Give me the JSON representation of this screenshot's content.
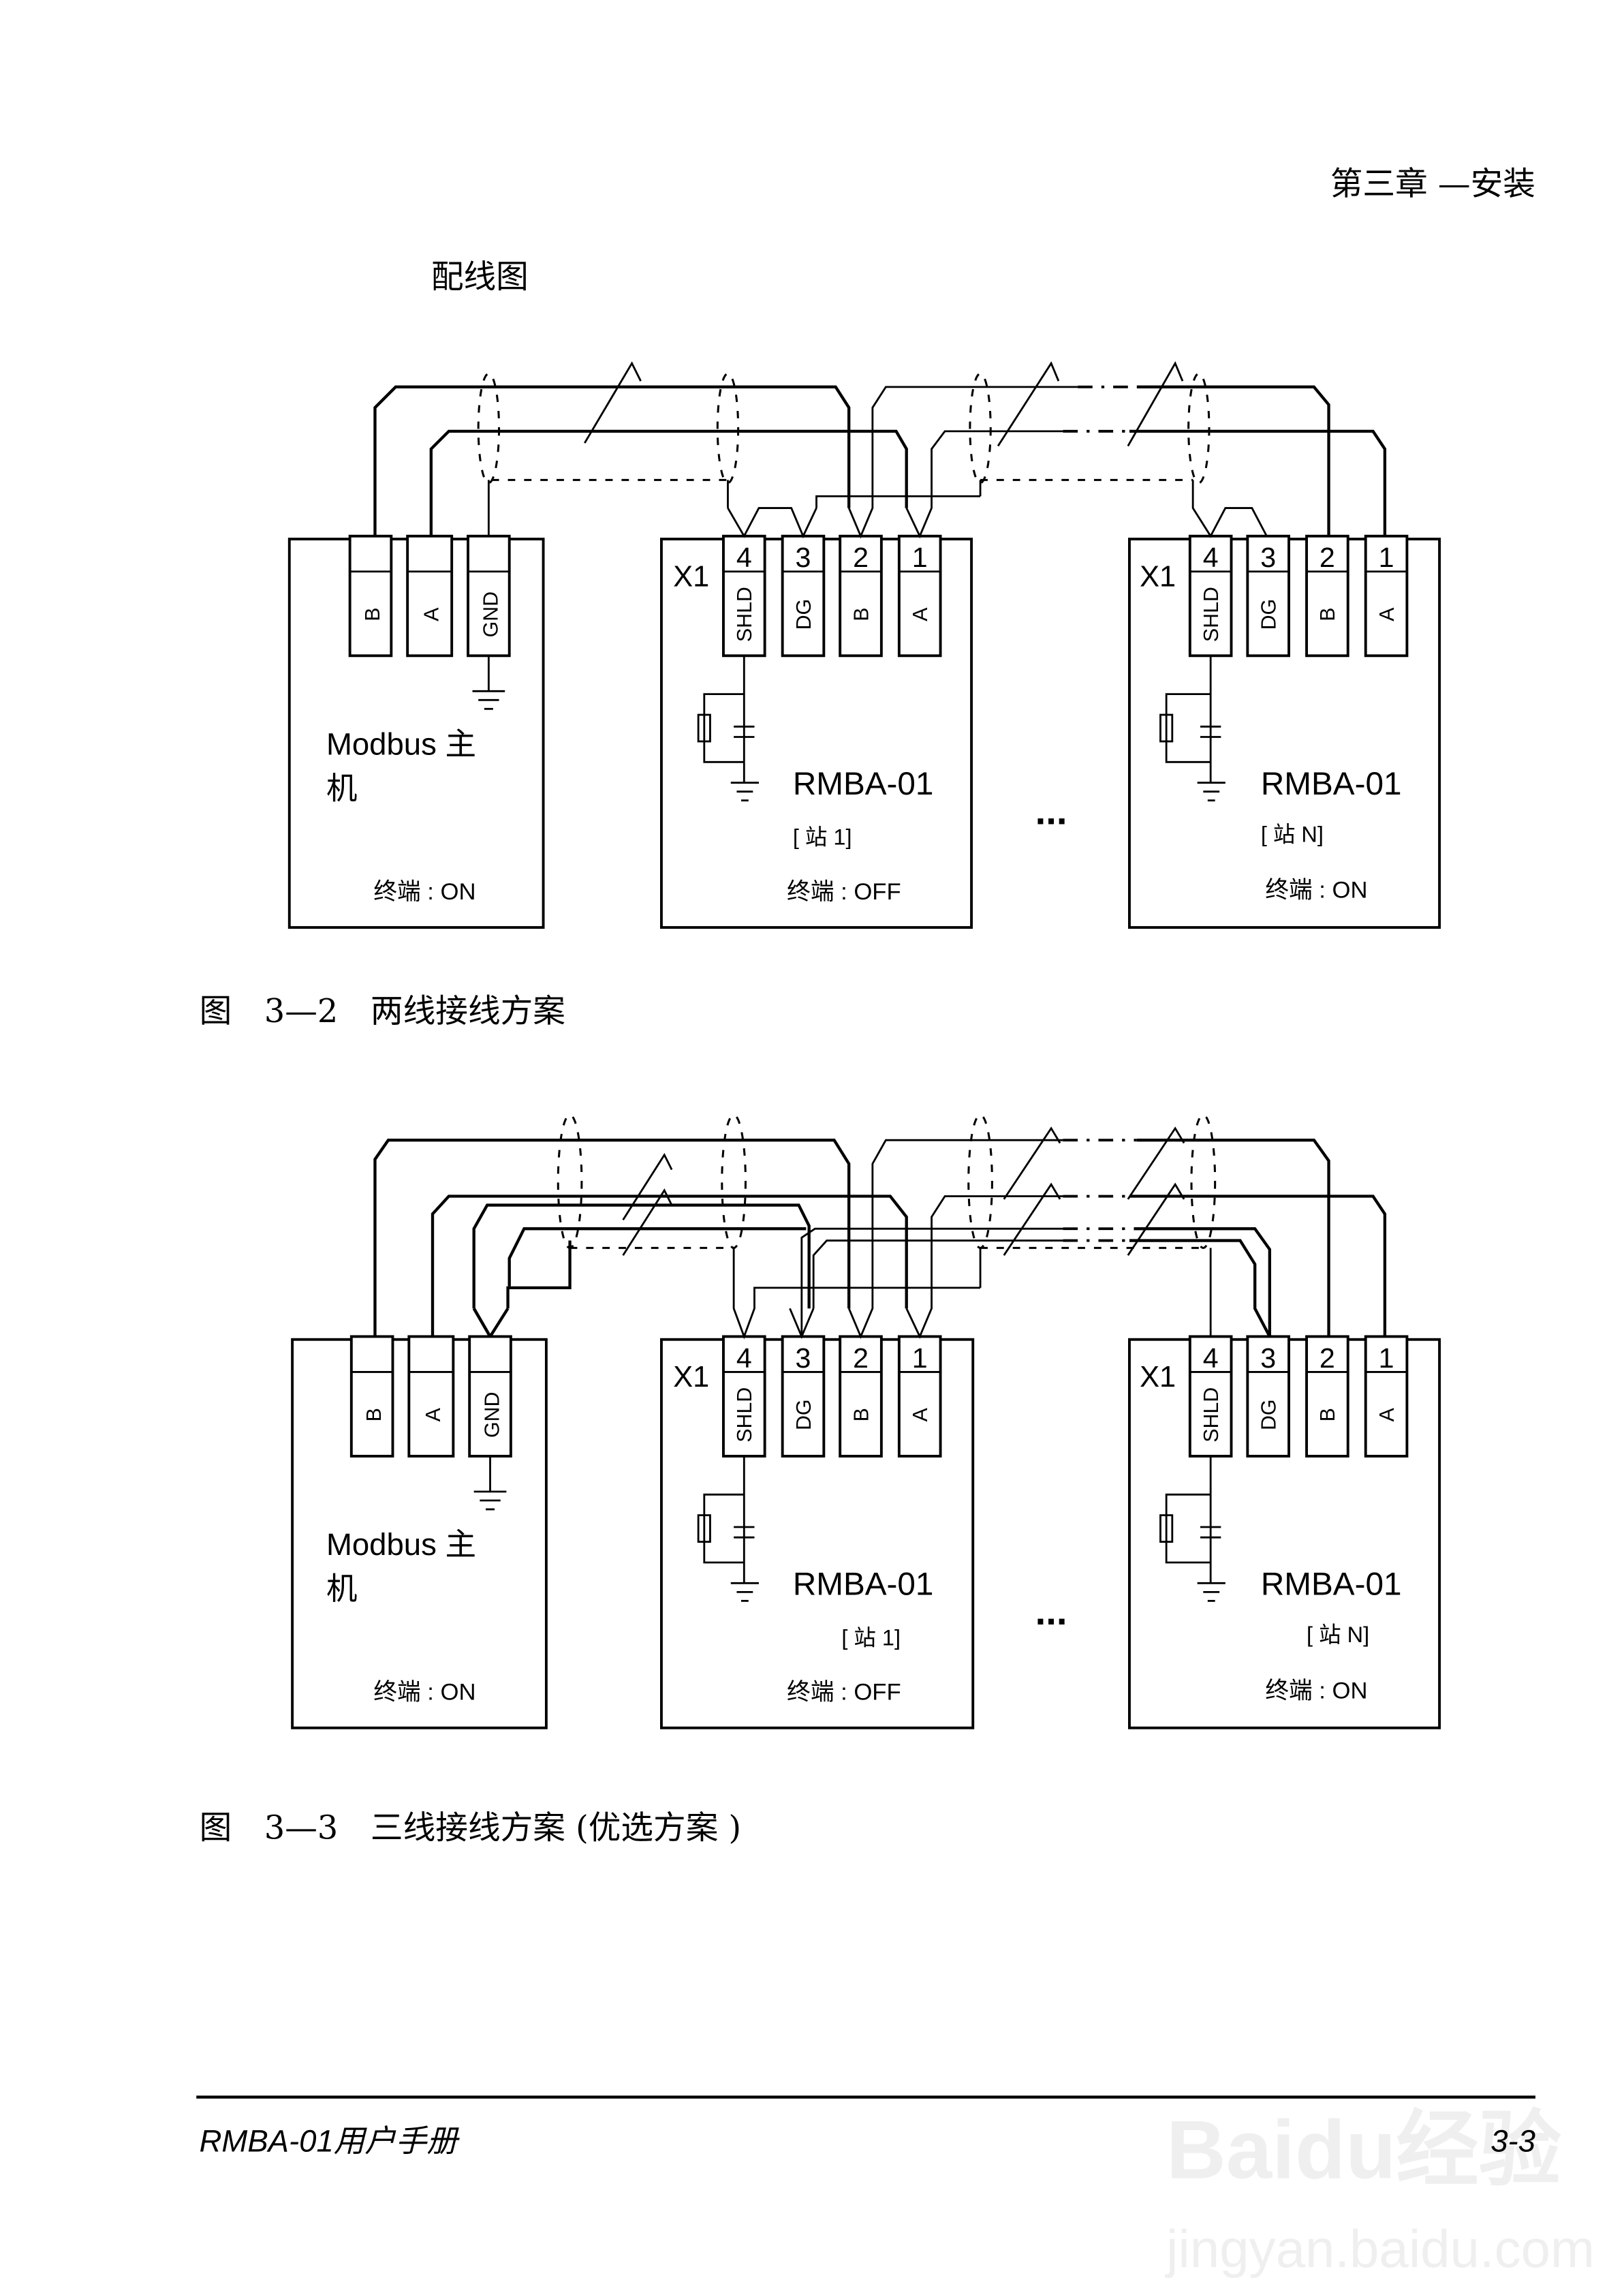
{
  "header": {
    "chapter": "第三章 —安装"
  },
  "section_title": "配线图",
  "figures": [
    {
      "id": "fig-3-2",
      "caption": "图　3—2　两线接线方案",
      "master": {
        "terminals": [
          "B",
          "A",
          "GND"
        ],
        "name_line1": "Modbus 主",
        "name_line2": "机",
        "termination": "终端 : ON"
      },
      "stations": [
        {
          "connector": "X1",
          "pin_numbers": [
            "4",
            "3",
            "2",
            "1"
          ],
          "pin_labels": [
            "SHLD",
            "DG",
            "B",
            "A"
          ],
          "model": "RMBA-01",
          "station": "[ 站 1]",
          "termination": "终端 : OFF"
        },
        {
          "connector": "X1",
          "pin_numbers": [
            "4",
            "3",
            "2",
            "1"
          ],
          "pin_labels": [
            "SHLD",
            "DG",
            "B",
            "A"
          ],
          "model": "RMBA-01",
          "station": "[ 站 N]",
          "termination": "终端 : ON"
        }
      ],
      "ellipsis": "..."
    },
    {
      "id": "fig-3-3",
      "caption": "图　3—3　三线接线方案 (优选方案 )",
      "master": {
        "terminals": [
          "B",
          "A",
          "GND"
        ],
        "name_line1": "Modbus 主",
        "name_line2": "机",
        "termination": "终端 : ON"
      },
      "stations": [
        {
          "connector": "X1",
          "pin_numbers": [
            "4",
            "3",
            "2",
            "1"
          ],
          "pin_labels": [
            "SHLD",
            "DG",
            "B",
            "A"
          ],
          "model": "RMBA-01",
          "station": "[ 站 1]",
          "termination": "终端 : OFF"
        },
        {
          "connector": "X1",
          "pin_numbers": [
            "4",
            "3",
            "2",
            "1"
          ],
          "pin_labels": [
            "SHLD",
            "DG",
            "B",
            "A"
          ],
          "model": "RMBA-01",
          "station": "[ 站 N]",
          "termination": "终端 : ON"
        }
      ],
      "ellipsis": "..."
    }
  ],
  "footer": {
    "manual_title": "RMBA-01用户手册",
    "page_number": "3-3"
  },
  "watermark": {
    "brand": "Baidu经验",
    "url": "jingyan.baidu.com"
  }
}
